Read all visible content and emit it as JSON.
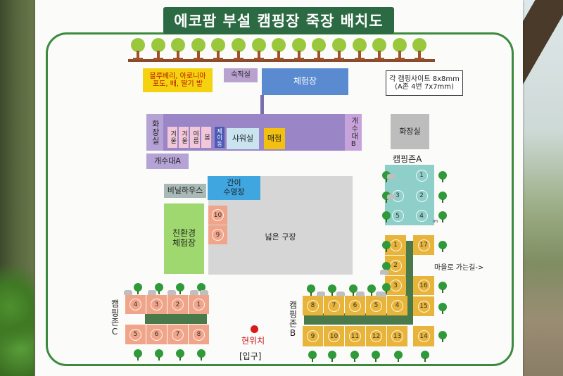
{
  "title": "에코팜 부설 캠핑장 죽장 배치도",
  "note": {
    "line1": "각 캠핑사이트 8x8mm",
    "line2": "(A존 4번 7x7mm)"
  },
  "buildings": {
    "farm": "블루베리, 아로니아\n포도, 배, 딸기 밭",
    "lodging": "숙직실",
    "experience_hall": "체험장",
    "restroom_main": "화장실",
    "restroom_left": "화장실",
    "winter1": "겨울",
    "winter2": "겨울",
    "summer": "여름",
    "spring": "봄",
    "annex": "제이동",
    "shower": "샤워실",
    "store": "매점",
    "sink_b": "개수대B",
    "sink_a": "개수대A",
    "greenhouse": "비닐하우스",
    "pool": "간이\n수영장",
    "eco_zone": "친환경\n체험장",
    "field": "넓은 구장"
  },
  "zones": {
    "a_label": "캠핑존A",
    "b_label": "캠핑존B",
    "c_label": "캠핑존C",
    "a_site4_size": "7*7mm",
    "village_path": "마을로 가는길->"
  },
  "sites": {
    "a": [
      "1",
      "2",
      "3",
      "4",
      "5"
    ],
    "b_top": [
      "8",
      "7",
      "6",
      "5",
      "4"
    ],
    "b_right": [
      "1",
      "17",
      "2",
      "3",
      "16",
      "15",
      "14"
    ],
    "b_bottom": [
      "9",
      "10",
      "11",
      "12",
      "13"
    ],
    "c_top": [
      "4",
      "3",
      "2",
      "1"
    ],
    "c_bottom": [
      "5",
      "6",
      "7",
      "8"
    ],
    "mid": [
      "10",
      "9"
    ]
  },
  "location": {
    "here": "현위치",
    "entrance": "[입구]"
  },
  "colors": {
    "banner": "#2c6a43",
    "frame": "#3b8a3e",
    "site_a": "#8fcfc9",
    "site_b": "#e8b43a",
    "site_c": "#f0a489",
    "road": "#4a7a4a"
  }
}
